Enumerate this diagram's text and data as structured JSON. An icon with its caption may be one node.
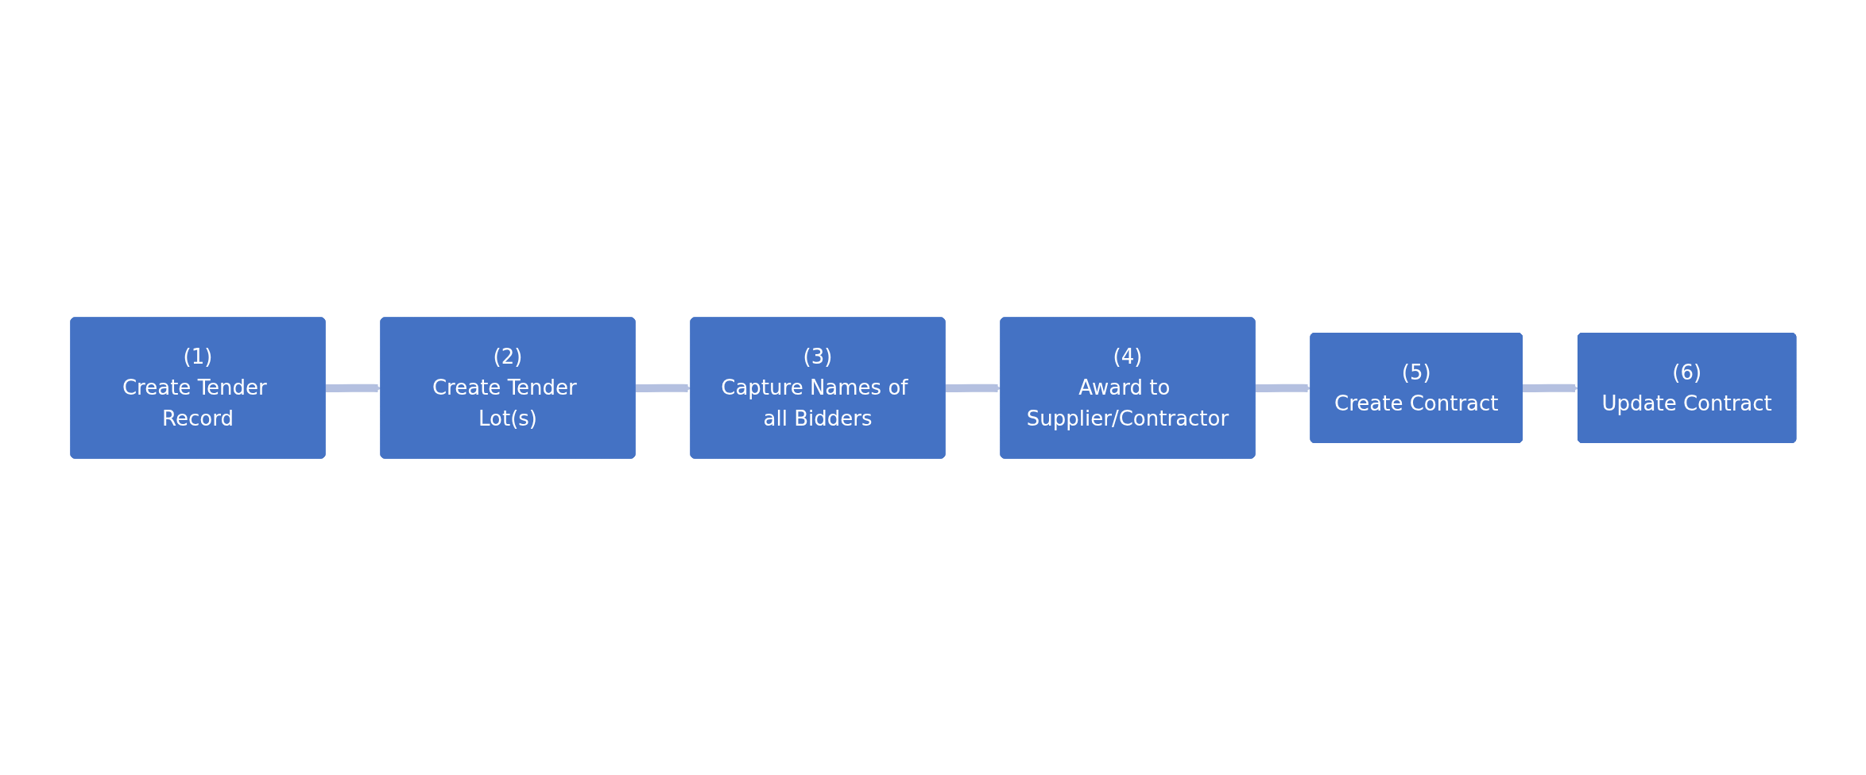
{
  "diagram": {
    "nodes": [
      {
        "text": [
          "(1)",
          "Create Tender Record"
        ]
      },
      {
        "text": [
          "(2)",
          "Create Tender Lot(s)"
        ]
      },
      {
        "text": [
          "(3)",
          "Capture Names of all Bidders"
        ]
      },
      {
        "text": [
          "(4)",
          "Award to Supplier/Contractor"
        ]
      },
      {
        "text": [
          "(5)",
          "Create Contract"
        ]
      },
      {
        "text": [
          "(6)",
          "Update Contract"
        ]
      }
    ],
    "edges": [
      {
        "from": 0,
        "to": 1,
        "arrow": "to"
      },
      {
        "from": 1,
        "to": 2,
        "arrow": "to"
      },
      {
        "from": 2,
        "to": 3,
        "arrow": "to"
      },
      {
        "from": 3,
        "to": 4,
        "arrow": "to"
      },
      {
        "from": 4,
        "to": 5,
        "arrow": "to"
      }
    ]
  }
}
